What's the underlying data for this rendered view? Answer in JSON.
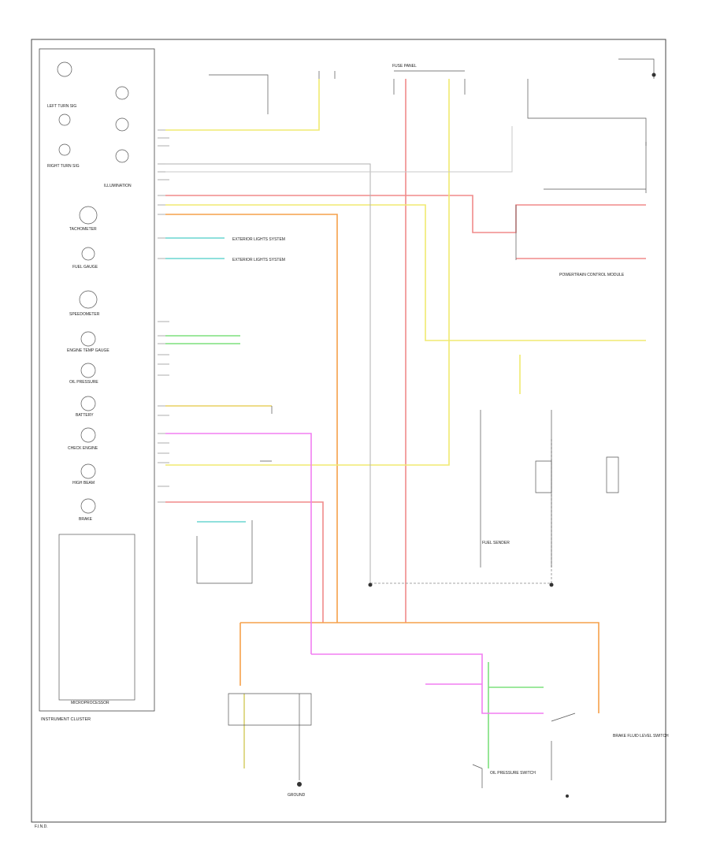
{
  "labels": {
    "cluster": "INSTRUMENT CLUSTER",
    "microprocessor": "MICROPROCESSOR",
    "illumination": "ILLUMINATION",
    "check_engine": "CHECK ENGINE",
    "fuel_gauge": "FUEL GAUGE",
    "tachometer": "TACHOMETER",
    "speedometer": "SPEEDOMETER",
    "engine_temp": "ENGINE TEMP GAUGE",
    "oil_pressure": "OIL PRESSURE",
    "battery": "BATTERY",
    "brake": "BRAKE",
    "left_turn": "LEFT TURN SIG",
    "right_turn": "RIGHT TURN SIG",
    "high_beam": "HIGH BEAM",
    "fuse_panel": "FUSE PANEL",
    "ground": "GROUND",
    "lighting": "EXTERIOR LIGHTS SYSTEM",
    "pcm": "POWERTRAIN CONTROL MODULE",
    "fuel_sender": "FUEL SENDER",
    "oil_switch": "OIL PRESSURE SWITCH",
    "brake_switch": "BRAKE FLUID LEVEL SWITCH",
    "footer": "F.I.N.D."
  },
  "colors": {
    "red": "#f08a8a",
    "orange": "#f5a04a",
    "yellow": "#f0ea70",
    "green": "#7de07d",
    "cyan": "#6ad6d0",
    "pink": "#f27ef2",
    "gray": "#9a9a9a",
    "black": "#333333"
  }
}
